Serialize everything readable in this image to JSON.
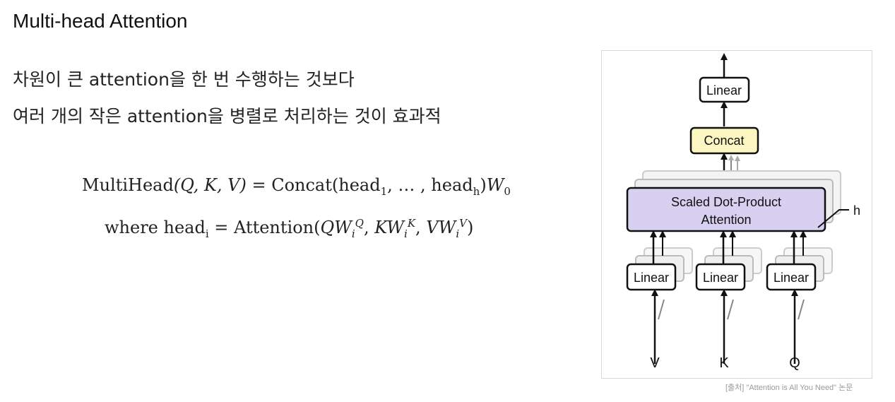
{
  "slide": {
    "title": "Multi-head Attention",
    "line1": "차원이 큰 attention을 한 번 수행하는 것보다",
    "line2": "여러 개의 작은 attention을 병렬로 처리하는 것이 효과적"
  },
  "equations": {
    "eq1": {
      "lhs": "MultiHead",
      "args": "(Q, K, V)",
      "eq": " = ",
      "rhs_fn": "Concat",
      "head": "head",
      "sub1": "1",
      "dots": ", … , ",
      "subh": "h",
      "w": "W",
      "w_sub": "0"
    },
    "eq2": {
      "where": "where head",
      "sub_i": "i",
      "eq": " = ",
      "fn": "Attention",
      "q": "Q",
      "k": "K",
      "v": "V",
      "w": "W",
      "sub": "i"
    }
  },
  "diagram": {
    "top_linear": "Linear",
    "concat": "Concat",
    "attn_line1": "Scaled Dot-Product",
    "attn_line2": "Attention",
    "h_label": "h",
    "linear_v": "Linear",
    "linear_k": "Linear",
    "linear_q": "Linear",
    "input_v": "V",
    "input_k": "K",
    "input_q": "Q",
    "colors": {
      "concat_fill": "#fbf6c2",
      "attention_fill": "#d7d0f0",
      "box_border": "#111111",
      "shadow_box": "#cfcfcf"
    }
  },
  "caption": "[출처] \"Attention is All You Need\" 논문"
}
